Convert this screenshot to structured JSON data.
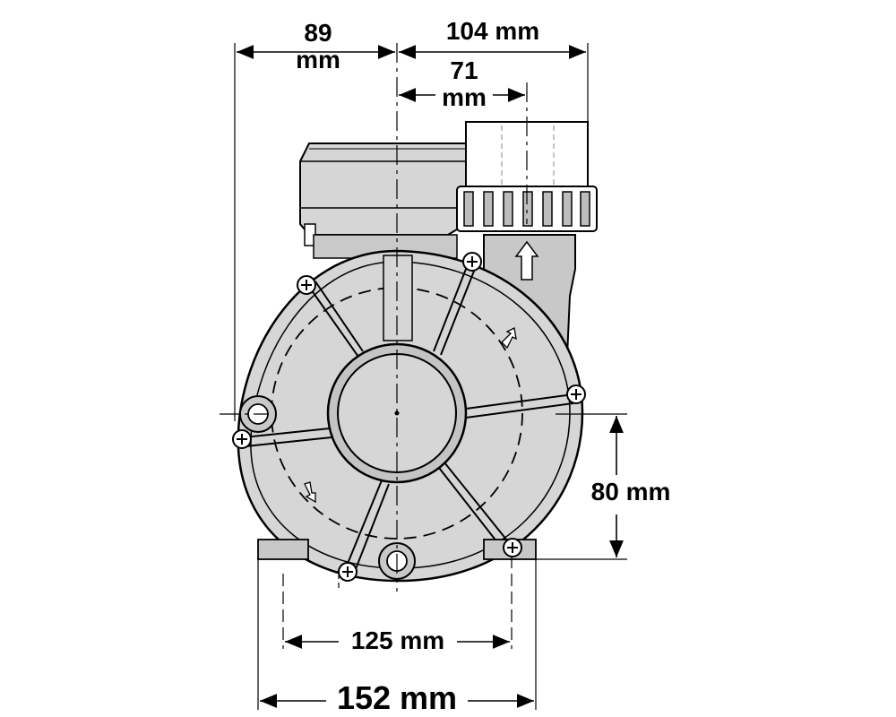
{
  "dimensions": {
    "d89": {
      "value": "89",
      "unit": "mm"
    },
    "d104": {
      "label": "104 mm"
    },
    "d71": {
      "value": "71",
      "unit": "mm"
    },
    "d80": {
      "label": "80 mm"
    },
    "d125": {
      "label": "125 mm"
    },
    "d152": {
      "label": "152 mm"
    }
  },
  "colors": {
    "line": "#000000",
    "body_fill": "#d6d6d6",
    "body_fill_dark": "#bdbdbd",
    "background": "#ffffff"
  }
}
